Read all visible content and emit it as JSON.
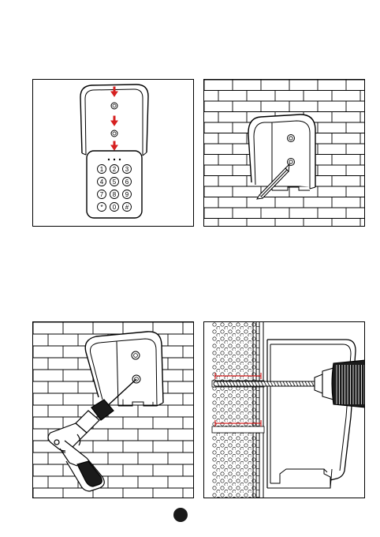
{
  "manual": {
    "steps": [
      {
        "name": "align-keypad-into-cover"
      },
      {
        "name": "mark-holes-on-wall"
      },
      {
        "name": "drill-holes-in-wall"
      },
      {
        "name": "drill-depth-cross-section"
      }
    ],
    "keypad_keys": [
      "1",
      "2",
      "3",
      "4",
      "5",
      "6",
      "7",
      "8",
      "9",
      "*",
      "0",
      "#"
    ],
    "colors": {
      "line": "#000000",
      "arrow": "#d62020",
      "brick_bg": "#ffffff",
      "page_marker": "#1a1a1a"
    },
    "icons": [
      "down-arrow-icon",
      "pencil-icon",
      "drill-icon",
      "drill-bit-icon",
      "depth-marker-icon"
    ]
  }
}
